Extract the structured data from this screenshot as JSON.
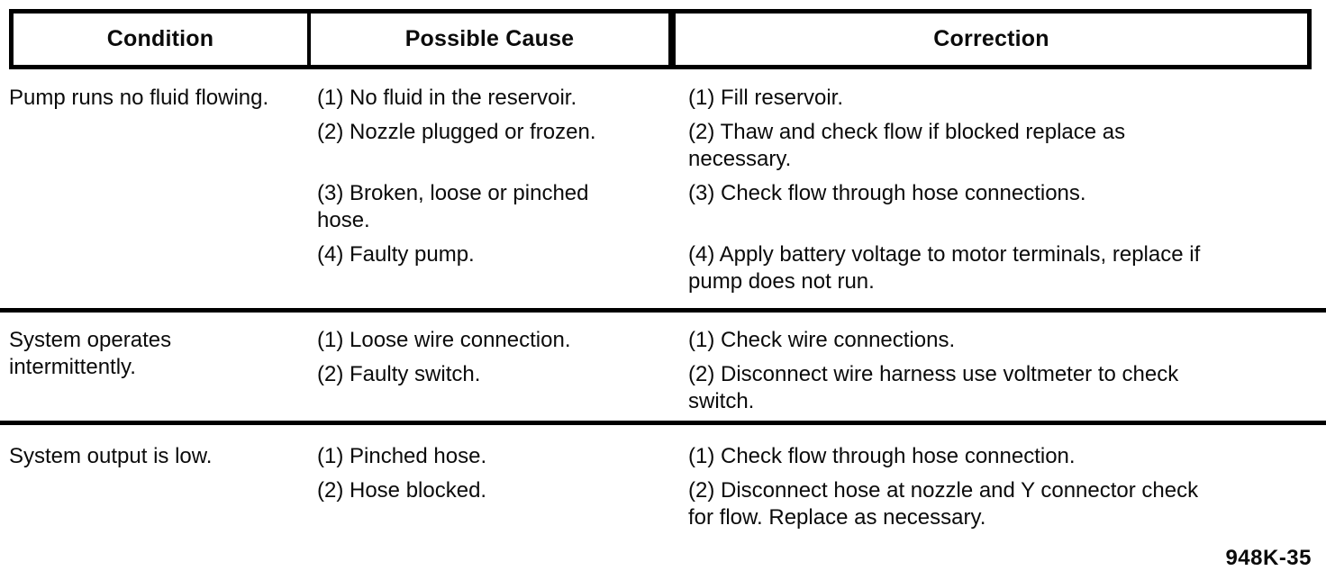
{
  "table": {
    "headers": [
      "Condition",
      "Possible Cause",
      "Correction"
    ],
    "rows": [
      {
        "condition": "Pump runs no fluid flowing.",
        "causes": [
          "(1) No fluid in the reservoir.",
          "(2) Nozzle plugged or frozen.",
          "(3) Broken, loose or pinched\nhose.",
          "(4) Faulty pump."
        ],
        "corrections": [
          "(1) Fill reservoir.",
          "(2) Thaw and check flow if blocked replace as\nnecessary.",
          "(3) Check flow through hose connections.",
          "(4) Apply battery voltage to motor terminals, replace if\npump does not run."
        ]
      },
      {
        "condition": "System operates\nintermittently.",
        "causes": [
          "(1) Loose wire connection.",
          "(2) Faulty switch."
        ],
        "corrections": [
          "(1) Check wire connections.",
          "(2) Disconnect wire harness use voltmeter to check\nswitch."
        ]
      },
      {
        "condition": "System output is low.",
        "causes": [
          "(1) Pinched hose.",
          "(2) Hose blocked."
        ],
        "corrections": [
          "(1) Check flow through hose connection.",
          "(2) Disconnect hose at nozzle and Y connector check\nfor flow. Replace as necessary."
        ]
      }
    ],
    "page_code": "948K-35"
  }
}
